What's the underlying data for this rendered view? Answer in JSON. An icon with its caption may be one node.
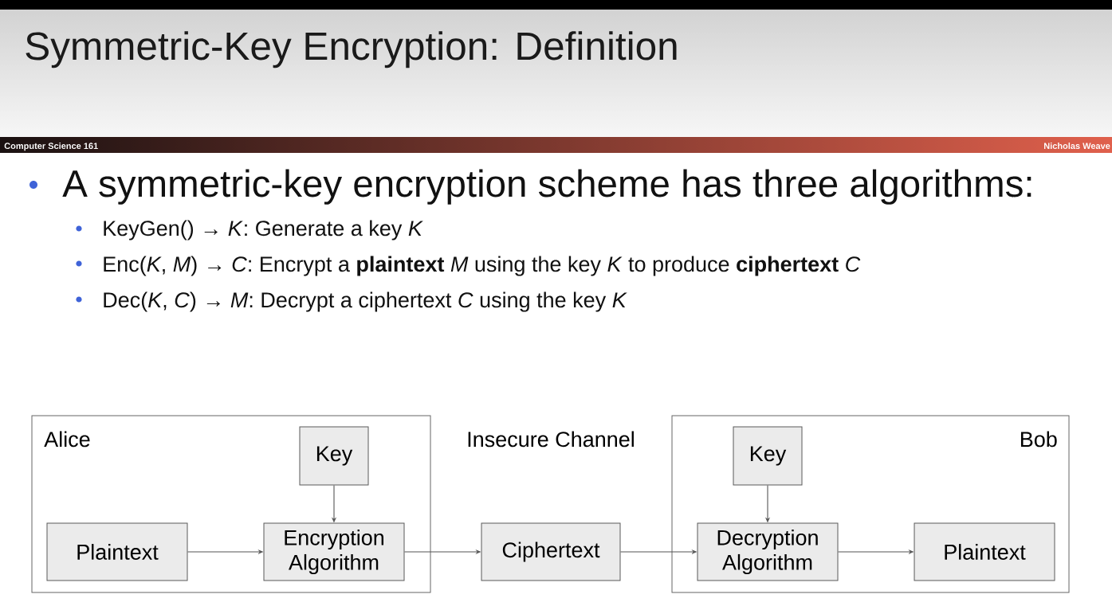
{
  "diagram": {
    "title": "Symmetric-Key Encryption: Definition",
    "nodes": [
      {
        "text": [
          "Alice"
        ]
      },
      {
        "text": [
          "Key"
        ],
        "in": 0
      },
      {
        "text": [
          "Plaintext"
        ],
        "in": 0
      },
      {
        "text": [
          "Encryption Algorithm"
        ],
        "in": 0
      },
      {
        "text": [
          "Ciphertext"
        ]
      },
      {
        "text": [
          "Bob"
        ]
      },
      {
        "text": [
          "Key"
        ],
        "in": 5
      },
      {
        "text": [
          "Decryption Algorithm"
        ],
        "in": 5
      },
      {
        "text": [
          "Plaintext"
        ],
        "in": 5
      }
    ],
    "edges": [
      {
        "from": 1,
        "to": 3,
        "arrow": "to"
      },
      {
        "from": 2,
        "to": 3,
        "arrow": "to"
      },
      {
        "from": 3,
        "to": 4,
        "arrow": "to"
      },
      {
        "from": 4,
        "to": 7,
        "arrow": "to"
      },
      {
        "from": 6,
        "to": 7,
        "arrow": "to"
      },
      {
        "from": 7,
        "to": 8,
        "arrow": "to"
      }
    ],
    "labels": [
      "Computer Science 161",
      "Nicholas Weave",
      "A symmetric-key encryption scheme has three algorithms:",
      "KeyGen() → *K*: Generate a key *K*",
      "Enc(*K*, *M*) → *C*: Encrypt a **plaintext** *M* using the key *K* to produce **ciphertext** *C*",
      "Dec(*K*, *C*) → *M*: Decrypt a ciphertext *C* using the key *K*",
      "Insecure Channel"
    ]
  }
}
